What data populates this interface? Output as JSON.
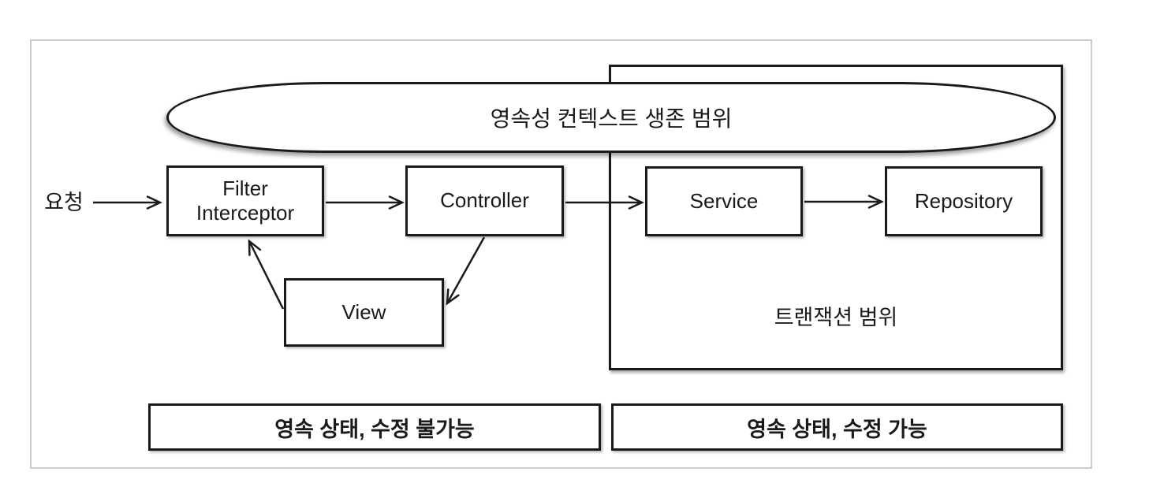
{
  "diagram": {
    "request_label": "요청",
    "persistence_context": {
      "label": "영속성 컨텍스트 생존 범위"
    },
    "transaction_boundary": {
      "label": "트랜잭션 범위"
    },
    "nodes": {
      "filter": {
        "line1": "Filter",
        "line2": "Interceptor"
      },
      "controller": {
        "label": "Controller"
      },
      "service": {
        "label": "Service"
      },
      "repository": {
        "label": "Repository"
      },
      "view": {
        "label": "View"
      }
    },
    "flows": [
      "요청 → Filter/Interceptor",
      "Filter/Interceptor → Controller",
      "Controller → Service",
      "Service → Repository",
      "View → Filter/Interceptor",
      "Controller → View"
    ],
    "legend": {
      "left": "영속 상태, 수정 불가능",
      "right": "영속 상태, 수정 가능"
    },
    "colors": {
      "line": "#1a1a1a",
      "text": "#1a1a1a",
      "frame_border": "#cbcbcb",
      "background": "#ffffff"
    }
  }
}
